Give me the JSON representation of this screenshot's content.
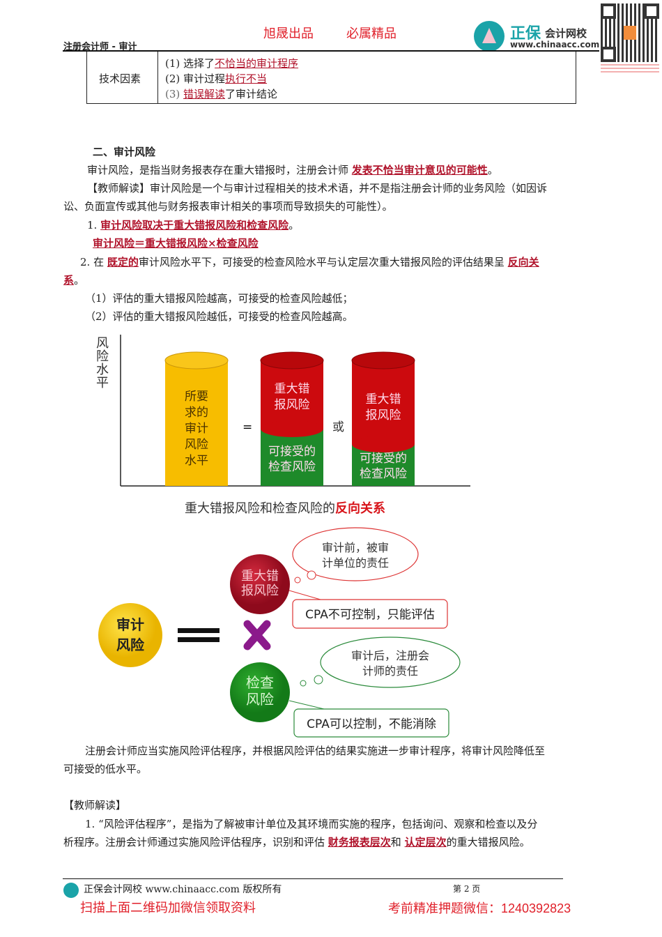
{
  "header": {
    "slogan_left": "旭晟出品",
    "slogan_right": "必属精品",
    "course": "注册会计师 - 审计",
    "logo": {
      "name": "正保",
      "sub": "会计网校",
      "url": "www.chinaacc.com"
    },
    "qr_label": "qr-code"
  },
  "table": {
    "label": "技术因素",
    "rows": [
      {
        "num": "(1)",
        "pre": "选择了",
        "hl": "不恰当的审计程序",
        "post": ""
      },
      {
        "num": "(2)",
        "pre": "审计过程",
        "hl": "执行不当",
        "post": ""
      },
      {
        "num": "(3)",
        "pre": "",
        "hl": "错误解读",
        "post": "了审计结论"
      }
    ]
  },
  "section": {
    "heading": "二、审计风险",
    "def_pre": "审计风险，是指当财务报表存在重大错报时，注册会计师 ",
    "def_hl": "发表不恰当审计意见的可能性",
    "def_post": "。",
    "note1_l1": "【教师解读】审计风险是一个与审计过程相关的技术术语，并不是指注册会计师的业务风险（如因诉",
    "note1_l2": "讼、负面宣传或其他与财务报表审计相关的事项而导致损失的可能性）。",
    "p1_num": "1.",
    "p1_hl": "审计风险取决于重大错报风险和检查风险",
    "p1_post": "。",
    "formula": "审计风险＝重大错报风险×检查风险",
    "p2_pre": "2. 在 ",
    "p2_hl1": "既定的",
    "p2_mid": "审计风险水平下，可接受的检查风险水平与认定层次重大错报风险的评估结果呈 ",
    "p2_hl2a": "反向关",
    "p2_hl2b": "系",
    "p2_post": "。",
    "sub1": "（1）评估的重大错报风险越高，可接受的检查风险越低；",
    "sub2": "（2）评估的重大错报风险越低，可接受的检查风险越高。"
  },
  "figure1": {
    "y_label": "风险水平",
    "cyl1": [
      "所要",
      "求的",
      "审计",
      "风险",
      "水平"
    ],
    "eq": "=",
    "or": "或",
    "red_label": [
      "重大错",
      "报风险"
    ],
    "green_label": [
      "可接受的",
      "检查风险"
    ],
    "caption_pre": "重大错报风险和检查风险的",
    "caption_hl": "反向关系",
    "colors": {
      "yellow": "#f7bd00",
      "red": "#cc0a0e",
      "green": "#1e8a2a"
    }
  },
  "figure2": {
    "center": [
      "审计",
      "风险"
    ],
    "mm": [
      "重大错",
      "报风险"
    ],
    "dr": [
      "检查",
      "风险"
    ],
    "cloud1": [
      "审计前，被审",
      "计单位的责任"
    ],
    "box1": "CPA不可控制，只能评估",
    "cloud2": [
      "审计后，注册会",
      "计师的责任"
    ],
    "box2": "CPA可以控制，不能消除"
  },
  "closing": {
    "l1": "注册会计师应当实施风险评估程序，并根据风险评估的结果实施进一步审计程序，将审计风险降低至",
    "l2": "可接受的低水平。"
  },
  "note2": {
    "title": "【教师解读】",
    "l1": "1. “风险评估程序”，是指为了解被审计单位及其环境而实施的程序，包括询问、观察和检查以及分",
    "l2_pre": "析程序。注册会计师通过实施风险评估程序，识别和评估 ",
    "l2_hl1": "财务报表层次",
    "l2_mid": "和 ",
    "l2_hl2": "认定层次",
    "l2_post": "的重大错报风险。"
  },
  "footer": {
    "copyright": "正保会计网校 www.chinaacc.com 版权所有",
    "page": "第 2 页",
    "promo_left": "扫描上面二维码加微信领取资料",
    "promo_right": "考前精准押题微信：1240392823"
  }
}
